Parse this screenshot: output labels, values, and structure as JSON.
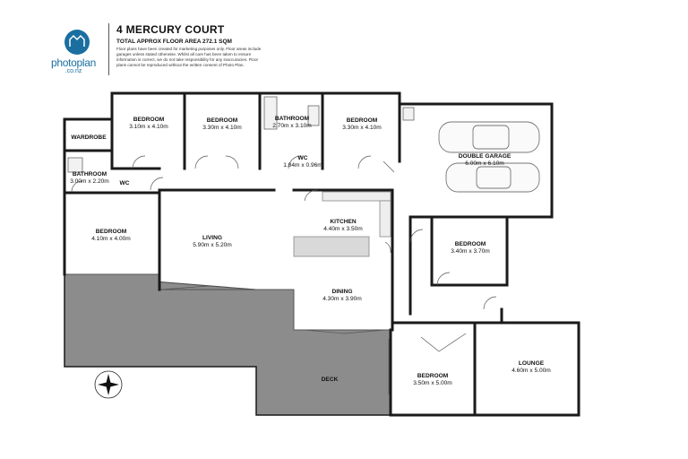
{
  "header": {
    "address": "4 MERCURY COURT",
    "area": "TOTAL APPROX FLOOR AREA 272.1 SQM",
    "disclaimer": "Floor plans have been created for marketing purposes only. Floor areas include garages unless stated otherwise. Whilst all care has been taken to ensure information is correct, we do not take responsibility for any inaccuracies. Floor plans cannot be reproduced without the written consent of Photo Plan."
  },
  "brand": {
    "name": "photoplan",
    "domain": ".co.nz",
    "color": "#1b6fa0"
  },
  "rooms": [
    {
      "key": "bed1",
      "name": "BEDROOM",
      "dim": "3.10m  x 4.10m"
    },
    {
      "key": "bed2",
      "name": "BEDROOM",
      "dim": "3.30m  x 4.10m"
    },
    {
      "key": "bath1",
      "name": "BATHROOM",
      "dim": "2.70m  x 3.10m"
    },
    {
      "key": "bed3",
      "name": "BEDROOM",
      "dim": "3.30m  x 4.10m"
    },
    {
      "key": "garage",
      "name": "DOUBLE GARAGE",
      "dim": "6.00m  x 6.10m"
    },
    {
      "key": "wardrobe",
      "name": "WARDROBE",
      "dim": ""
    },
    {
      "key": "bath2",
      "name": "BATHROOM",
      "dim": "3.00m  x 2.20m"
    },
    {
      "key": "wc1",
      "name": "WC",
      "dim": "1.84m  x 0.96m"
    },
    {
      "key": "wc2",
      "name": "WC",
      "dim": ""
    },
    {
      "key": "bed4",
      "name": "BEDROOM",
      "dim": "4.10m  x 4.00m"
    },
    {
      "key": "living",
      "name": "LIVING",
      "dim": "5.90m  x 5.20m"
    },
    {
      "key": "kitchen",
      "name": "KITCHEN",
      "dim": "4.40m  x 3.50m"
    },
    {
      "key": "bed5",
      "name": "BEDROOM",
      "dim": "3.40m  x 3.70m"
    },
    {
      "key": "dining",
      "name": "DINING",
      "dim": "4.30m  x 3.90m"
    },
    {
      "key": "lounge",
      "name": "LOUNGE",
      "dim": "4.60m  x 5.00m"
    },
    {
      "key": "bed6",
      "name": "BEDROOM",
      "dim": "3.50m  x 5.00m"
    },
    {
      "key": "deck",
      "name": "DECK",
      "dim": ""
    }
  ],
  "colors": {
    "wall": "#1a1a1a",
    "deck": "#8c8c8c",
    "fixture": "#d9d9d9"
  }
}
